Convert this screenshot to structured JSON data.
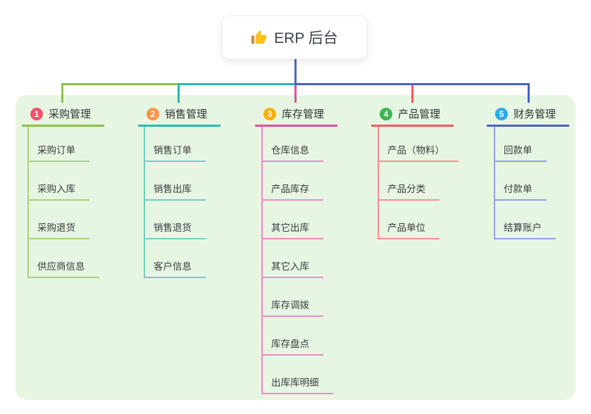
{
  "root": {
    "label": "ERP 后台",
    "icon": "thumbs-up-icon"
  },
  "colors": {
    "panel_bg": "#e7f6e2",
    "root_connector": "#5166ce",
    "card_bg": "#ffffff",
    "header_text": "#2f3338",
    "leaf_text": "#3a3d42"
  },
  "branches": [
    {
      "number": "1",
      "label": "采购管理",
      "color": "#8bc34a",
      "light_color": "#a6d478",
      "badge_color": "#f4526e",
      "children": [
        "采购订单",
        "采购入库",
        "采购退货",
        "供应商信息"
      ]
    },
    {
      "number": "2",
      "label": "销售管理",
      "color": "#28b9b1",
      "light_color": "#6fcfc8",
      "badge_color": "#fb9447",
      "children": [
        "销售订单",
        "销售出库",
        "销售退货",
        "客户信息"
      ]
    },
    {
      "number": "3",
      "label": "库存管理",
      "color": "#e0519e",
      "light_color": "#ee8ac4",
      "badge_color": "#fbaf14",
      "children": [
        "仓库信息",
        "产品库存",
        "其它出库",
        "其它入库",
        "库存调拨",
        "库存盘点",
        "出库库明细"
      ]
    },
    {
      "number": "4",
      "label": "产品管理",
      "color": "#f4575c",
      "light_color": "#f78f90",
      "badge_color": "#3db554",
      "children": [
        "产品（物料）",
        "产品分类",
        "产品单位"
      ]
    },
    {
      "number": "5",
      "label": "财务管理",
      "color": "#4a61c7",
      "light_color": "#8ba3e6",
      "badge_color": "#29aaec",
      "children": [
        "回款单",
        "付款单",
        "结算账户"
      ]
    }
  ]
}
